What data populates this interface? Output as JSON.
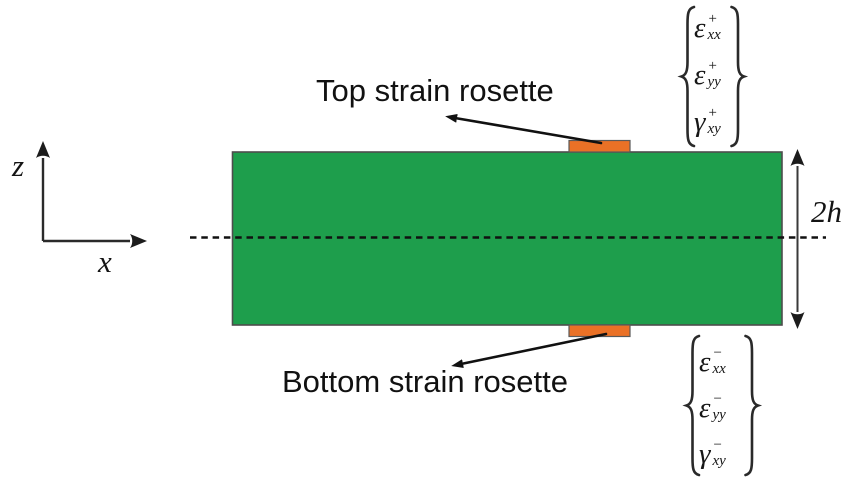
{
  "labels": {
    "top_rosette": "Top strain rosette",
    "bottom_rosette": "Bottom strain rosette"
  },
  "axes": {
    "vertical": "z",
    "horizontal": "x"
  },
  "dimension": {
    "label": "2h"
  },
  "colors": {
    "beam_green": "#1e9e4c",
    "rosette_orange": "#ea7126",
    "line": "#1a1a1a"
  },
  "strain_vectors": {
    "top": {
      "rows": [
        {
          "symbol": "ε",
          "sup": "+",
          "sub": "xx"
        },
        {
          "symbol": "ε",
          "sup": "+",
          "sub": "yy"
        },
        {
          "symbol": "γ",
          "sup": "+",
          "sub": "xy"
        }
      ]
    },
    "bottom": {
      "rows": [
        {
          "symbol": "ε",
          "sup": "−",
          "sub": "xx"
        },
        {
          "symbol": "ε",
          "sup": "−",
          "sub": "yy"
        },
        {
          "symbol": "γ",
          "sup": "−",
          "sub": "xy"
        }
      ]
    }
  }
}
